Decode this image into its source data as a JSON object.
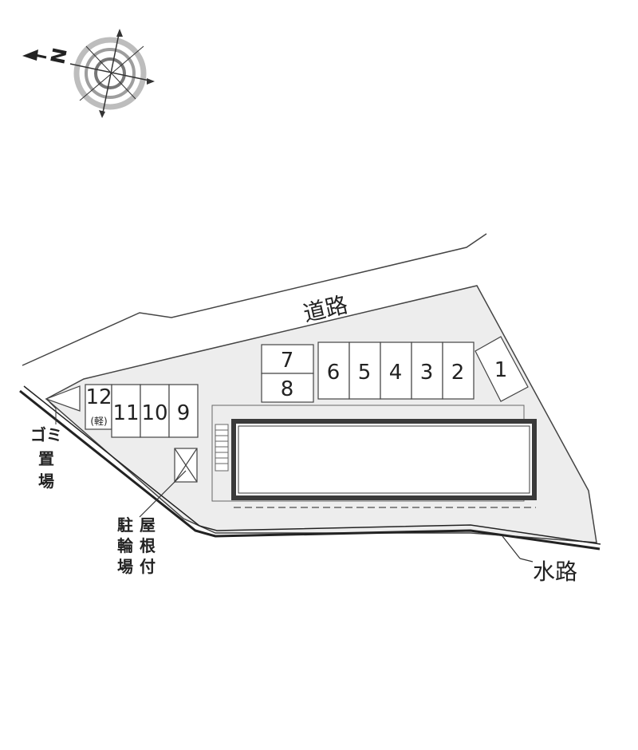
{
  "compass": {
    "north_label": "N"
  },
  "labels": {
    "road": "道路",
    "waterway": "水路",
    "garbage_line1": "ゴミ",
    "garbage_line2": "置",
    "garbage_line3": "場",
    "bike_col1_1": "駐",
    "bike_col1_2": "輪",
    "bike_col1_3": "場",
    "bike_col2_1": "屋",
    "bike_col2_2": "根",
    "bike_col2_3": "付",
    "kei_note": "(軽)"
  },
  "parking_spaces": {
    "s1": "1",
    "s2": "2",
    "s3": "3",
    "s4": "4",
    "s5": "5",
    "s6": "6",
    "s7": "7",
    "s8": "8",
    "s9": "9",
    "s10": "10",
    "s11": "11",
    "s12": "12"
  },
  "colors": {
    "site_fill": "#ededed",
    "line": "#333333",
    "building_border": "#3a3a3a"
  }
}
